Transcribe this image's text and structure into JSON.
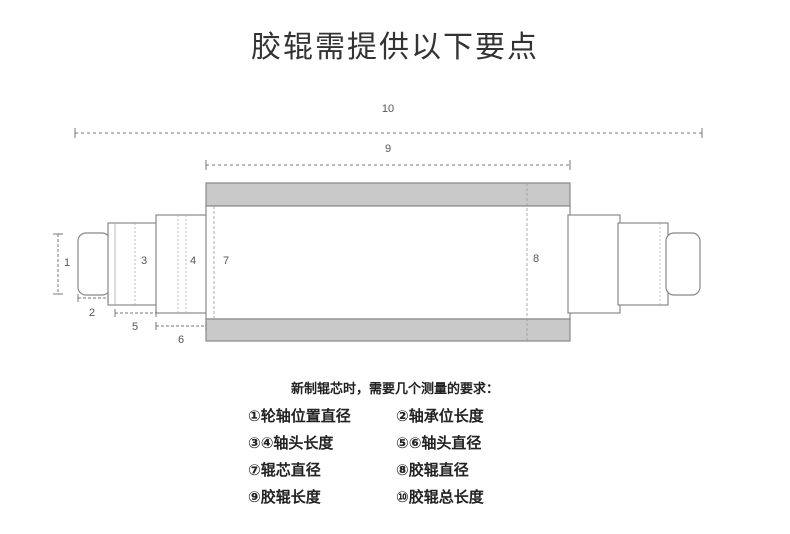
{
  "title": "胶辊需提供以下要点",
  "dimension_labels": {
    "d1": "1",
    "d2": "2",
    "d3": "3",
    "d4": "4",
    "d5": "5",
    "d6": "6",
    "d7": "7",
    "d8": "8",
    "d9": "9",
    "d10": "10"
  },
  "requirements": {
    "header": "新制辊芯时，需要几个测量的要求：",
    "rows": [
      {
        "left": "①轮轴位置直径",
        "right": "②轴承位长度"
      },
      {
        "left": "③④轴头长度",
        "right": "⑤⑥轴头直径"
      },
      {
        "left": "⑦辊芯直径",
        "right": "⑧胶辊直径"
      },
      {
        "left": "⑨胶辊长度",
        "right": "⑩胶辊总长度"
      }
    ]
  },
  "colors": {
    "rubber": "#c9c9c9",
    "outline": "#888888",
    "dashed": "#777777"
  }
}
